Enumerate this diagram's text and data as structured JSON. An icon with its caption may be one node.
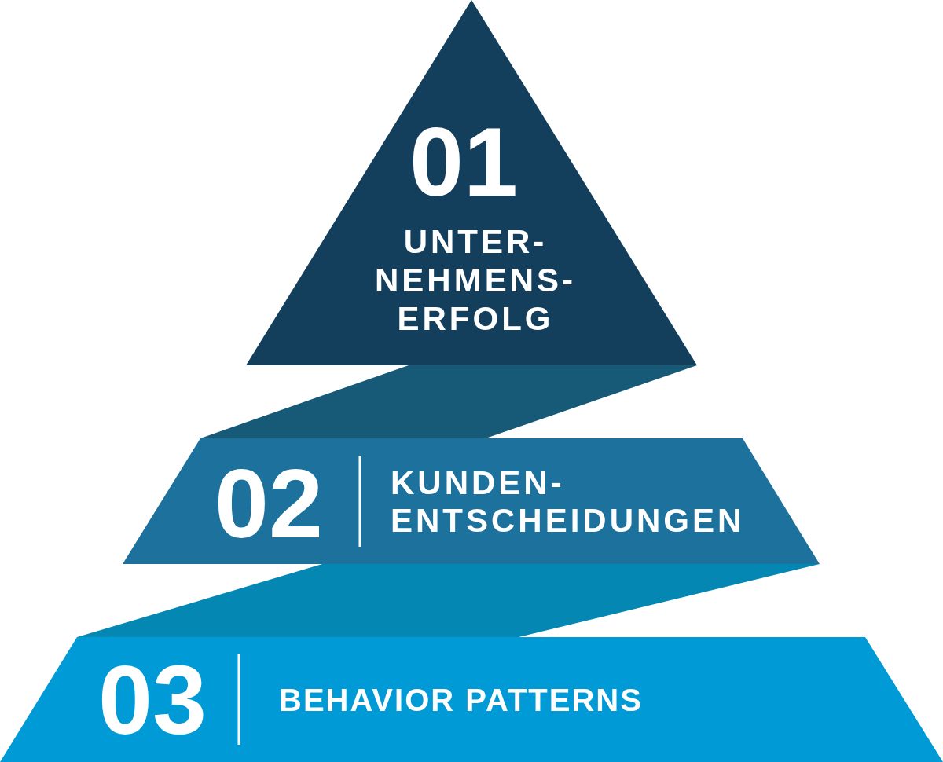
{
  "diagram": {
    "nodes": [
      {
        "text": [
          "01",
          "UNTER- NEHMENS- ERFOLG"
        ]
      },
      {
        "text": [],
        "shape": "band"
      },
      {
        "text": [
          "02",
          "KUNDEN- ENTSCHEIDUNGEN"
        ]
      },
      {
        "text": [],
        "shape": "band"
      },
      {
        "text": [
          "03",
          "BEHAVIOR PATTERNS"
        ]
      }
    ]
  }
}
